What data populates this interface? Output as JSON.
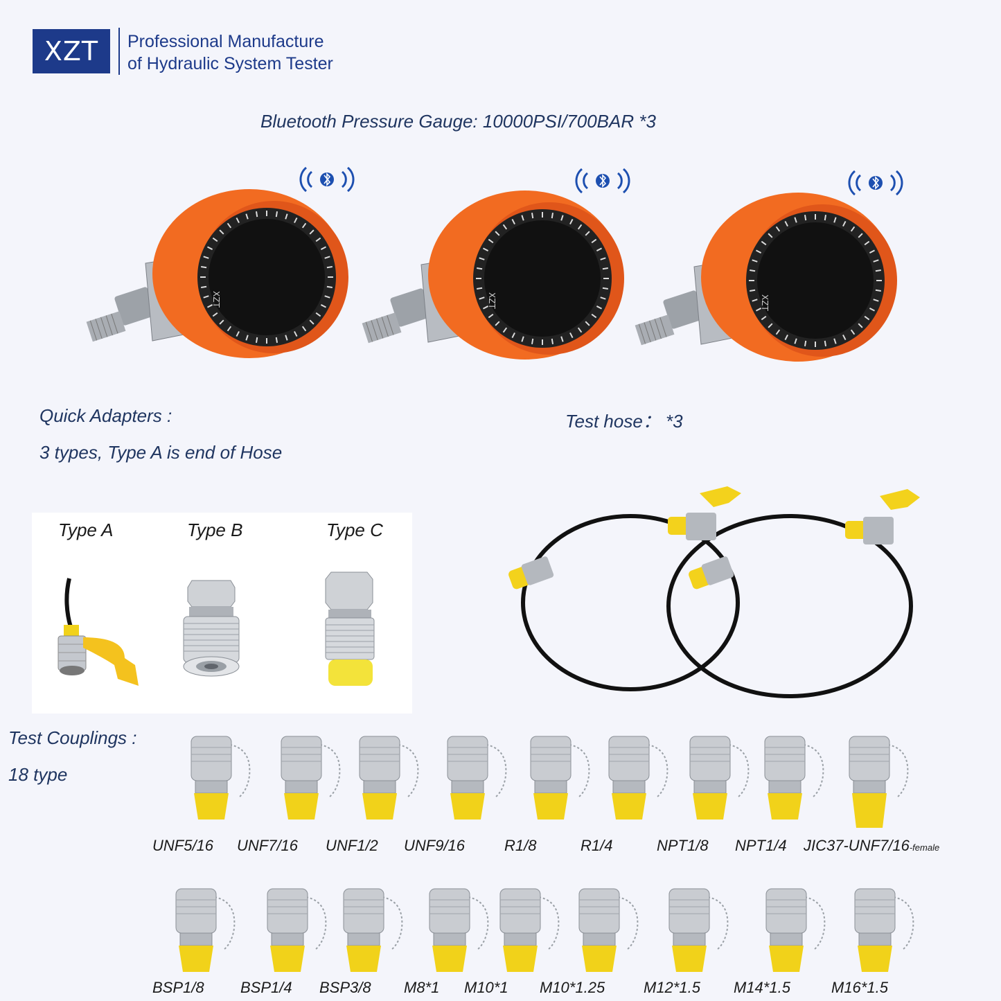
{
  "brand": {
    "logo_text": "XZT",
    "tagline_line1": "Professional  Manufacture",
    "tagline_line2": "of Hydraulic System Tester"
  },
  "gauges": {
    "title": "Bluetooth Pressure Gauge:   10000PSI/700BAR  *3",
    "count": 3,
    "face_label": "XZT",
    "colors": {
      "body": "#f26b21",
      "screen": "#111111",
      "steel": "#b8bcc2"
    },
    "bluetooth_icon": "bluetooth-signal-icon"
  },
  "adapters": {
    "title": "Quick Adapters :",
    "subtitle": "3 types, Type A is end of Hose",
    "types": [
      {
        "label": "Type A"
      },
      {
        "label": "Type  B"
      },
      {
        "label": "Type   C"
      }
    ]
  },
  "hose": {
    "title": "Test hose：  *3",
    "colors": {
      "hose": "#111111",
      "cap": "#f3d21c"
    }
  },
  "couplings": {
    "title": "Test Couplings :",
    "subtitle": "18 type",
    "row1": [
      {
        "label": "UNF5/16"
      },
      {
        "label": "UNF7/16"
      },
      {
        "label": "UNF1/2"
      },
      {
        "label": "UNF9/16"
      },
      {
        "label": "R1/8"
      },
      {
        "label": "R1/4"
      },
      {
        "label": "NPT1/8"
      },
      {
        "label": "NPT1/4"
      },
      {
        "label": "JIC37-UNF7/16",
        "suffix": "-female"
      }
    ],
    "row2": [
      {
        "label": "BSP1/8"
      },
      {
        "label": "BSP1/4"
      },
      {
        "label": "BSP3/8"
      },
      {
        "label": "M8*1"
      },
      {
        "label": "M10*1"
      },
      {
        "label": "M10*1.25"
      },
      {
        "label": "M12*1.5"
      },
      {
        "label": "M14*1.5"
      },
      {
        "label": "M16*1.5"
      }
    ],
    "colors": {
      "cap": "#f1d21a",
      "steel": "#c9ccd1"
    }
  }
}
